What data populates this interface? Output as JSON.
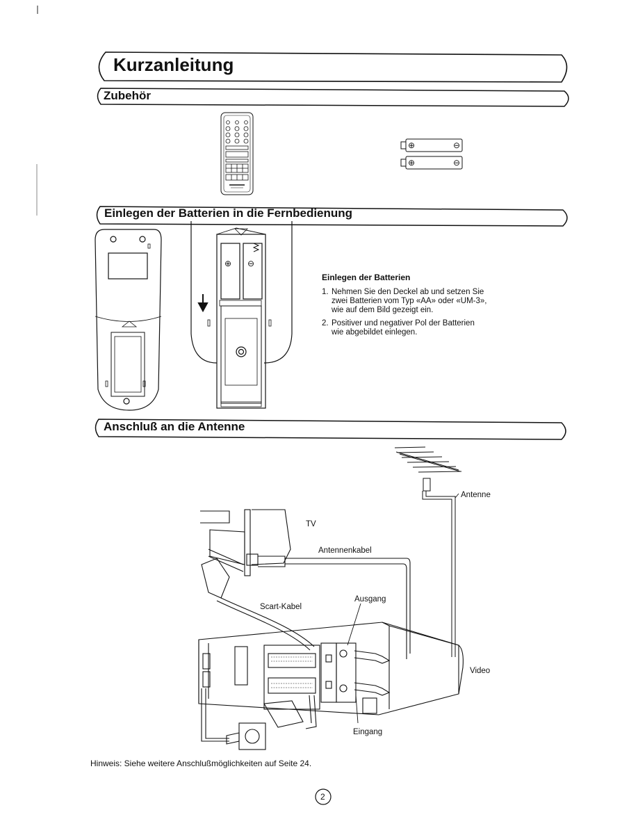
{
  "title": "Kurzanleitung",
  "sections": {
    "accessories": "Zubehör",
    "batteries": "Einlegen der Batterien in die Fernbedienung",
    "antenna": "Anschluß an die Antenne"
  },
  "instructions": {
    "heading": "Einlegen der Batterien",
    "steps": [
      {
        "num": "1.",
        "text": "Nehmen Sie den Deckel ab und setzen Sie zwei Batterien vom Typ «AA» oder «UM-3», wie auf dem Bild gezeigt ein."
      },
      {
        "num": "2.",
        "text": "Positiver und negativer Pol der Batterien wie abgebildet einlegen."
      }
    ]
  },
  "diagram_labels": {
    "antenne": "Antenne",
    "tv": "TV",
    "antennenkabel": "Antennenkabel",
    "ausgang": "Ausgang",
    "scart": "Scart-Kabel",
    "video": "Video",
    "eingang": "Eingang"
  },
  "battery_symbols": {
    "plus": "⊕",
    "minus": "⊖"
  },
  "note": "Hinweis: Siehe weitere Anschlußmöglichkeiten auf Seite 24.",
  "page_number": "2"
}
